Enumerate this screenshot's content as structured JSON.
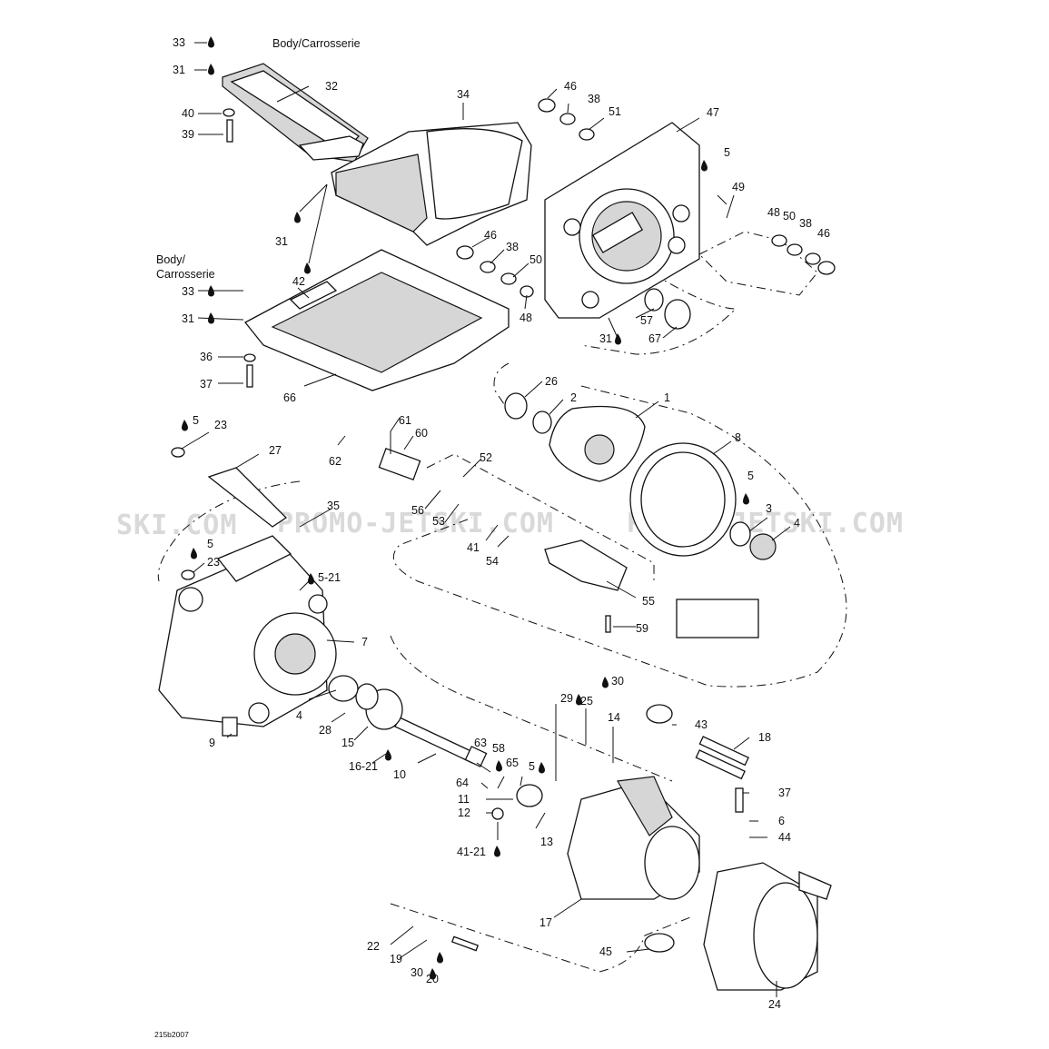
{
  "diagram": {
    "code": "215b2007",
    "watermarks": [
      "SKI.COM",
      "PROMO-JETSKI.COM",
      "PROMO-JETSKI.COM"
    ],
    "body_labels": [
      "Body/Carrosserie",
      "Body/",
      "Carrosserie"
    ],
    "callouts": [
      {
        "id": "c33a",
        "text": "33"
      },
      {
        "id": "c31a",
        "text": "31"
      },
      {
        "id": "c32",
        "text": "32"
      },
      {
        "id": "c40",
        "text": "40"
      },
      {
        "id": "c39",
        "text": "39"
      },
      {
        "id": "c34",
        "text": "34"
      },
      {
        "id": "c31b",
        "text": "31"
      },
      {
        "id": "c46a",
        "text": "46"
      },
      {
        "id": "c38a",
        "text": "38"
      },
      {
        "id": "c51",
        "text": "51"
      },
      {
        "id": "c47",
        "text": "47"
      },
      {
        "id": "c5a",
        "text": "5"
      },
      {
        "id": "c49",
        "text": "49"
      },
      {
        "id": "c48a",
        "text": "48"
      },
      {
        "id": "c50a",
        "text": "50"
      },
      {
        "id": "c38b",
        "text": "38"
      },
      {
        "id": "c46b",
        "text": "46"
      },
      {
        "id": "c46c",
        "text": "46"
      },
      {
        "id": "c38c",
        "text": "38"
      },
      {
        "id": "c50b",
        "text": "50"
      },
      {
        "id": "c48b",
        "text": "48"
      },
      {
        "id": "c42",
        "text": "42"
      },
      {
        "id": "c33b",
        "text": "33"
      },
      {
        "id": "c31c",
        "text": "31"
      },
      {
        "id": "c36",
        "text": "36"
      },
      {
        "id": "c37a",
        "text": "37"
      },
      {
        "id": "c66",
        "text": "66"
      },
      {
        "id": "c57",
        "text": "57"
      },
      {
        "id": "c31d",
        "text": "31"
      },
      {
        "id": "c67",
        "text": "67"
      },
      {
        "id": "c26",
        "text": "26"
      },
      {
        "id": "c2",
        "text": "2"
      },
      {
        "id": "c1",
        "text": "1"
      },
      {
        "id": "c8",
        "text": "8"
      },
      {
        "id": "c5b",
        "text": "5"
      },
      {
        "id": "c3",
        "text": "3"
      },
      {
        "id": "c4a",
        "text": "4"
      },
      {
        "id": "c5c",
        "text": "5"
      },
      {
        "id": "c23a",
        "text": "23"
      },
      {
        "id": "c27",
        "text": "27"
      },
      {
        "id": "c61",
        "text": "61"
      },
      {
        "id": "c60",
        "text": "60"
      },
      {
        "id": "c62",
        "text": "62"
      },
      {
        "id": "c52",
        "text": "52"
      },
      {
        "id": "c35",
        "text": "35"
      },
      {
        "id": "c56",
        "text": "56"
      },
      {
        "id": "c53",
        "text": "53"
      },
      {
        "id": "c41a",
        "text": "41"
      },
      {
        "id": "c54",
        "text": "54"
      },
      {
        "id": "c5d",
        "text": "5"
      },
      {
        "id": "c23b",
        "text": "23"
      },
      {
        "id": "c521",
        "text": "5-21"
      },
      {
        "id": "c55",
        "text": "55"
      },
      {
        "id": "c59",
        "text": "59"
      },
      {
        "id": "c7",
        "text": "7"
      },
      {
        "id": "c4b",
        "text": "4"
      },
      {
        "id": "c28",
        "text": "28"
      },
      {
        "id": "c15",
        "text": "15"
      },
      {
        "id": "c9",
        "text": "9"
      },
      {
        "id": "c1621",
        "text": "16-21"
      },
      {
        "id": "c10",
        "text": "10"
      },
      {
        "id": "c30a",
        "text": "30"
      },
      {
        "id": "c29",
        "text": "29"
      },
      {
        "id": "c25",
        "text": "25"
      },
      {
        "id": "c14",
        "text": "14"
      },
      {
        "id": "c43",
        "text": "43"
      },
      {
        "id": "c18",
        "text": "18"
      },
      {
        "id": "c63",
        "text": "63"
      },
      {
        "id": "c58",
        "text": "58"
      },
      {
        "id": "c65",
        "text": "65"
      },
      {
        "id": "c5e",
        "text": "5"
      },
      {
        "id": "c64",
        "text": "64"
      },
      {
        "id": "c11",
        "text": "11"
      },
      {
        "id": "c12",
        "text": "12"
      },
      {
        "id": "c13",
        "text": "13"
      },
      {
        "id": "c4121",
        "text": "41-21"
      },
      {
        "id": "c37b",
        "text": "37"
      },
      {
        "id": "c6",
        "text": "6"
      },
      {
        "id": "c44",
        "text": "44"
      },
      {
        "id": "c17",
        "text": "17"
      },
      {
        "id": "c22",
        "text": "22"
      },
      {
        "id": "c19",
        "text": "19"
      },
      {
        "id": "c30b",
        "text": "30"
      },
      {
        "id": "c20",
        "text": "20"
      },
      {
        "id": "c45",
        "text": "45"
      },
      {
        "id": "c24",
        "text": "24"
      }
    ]
  }
}
